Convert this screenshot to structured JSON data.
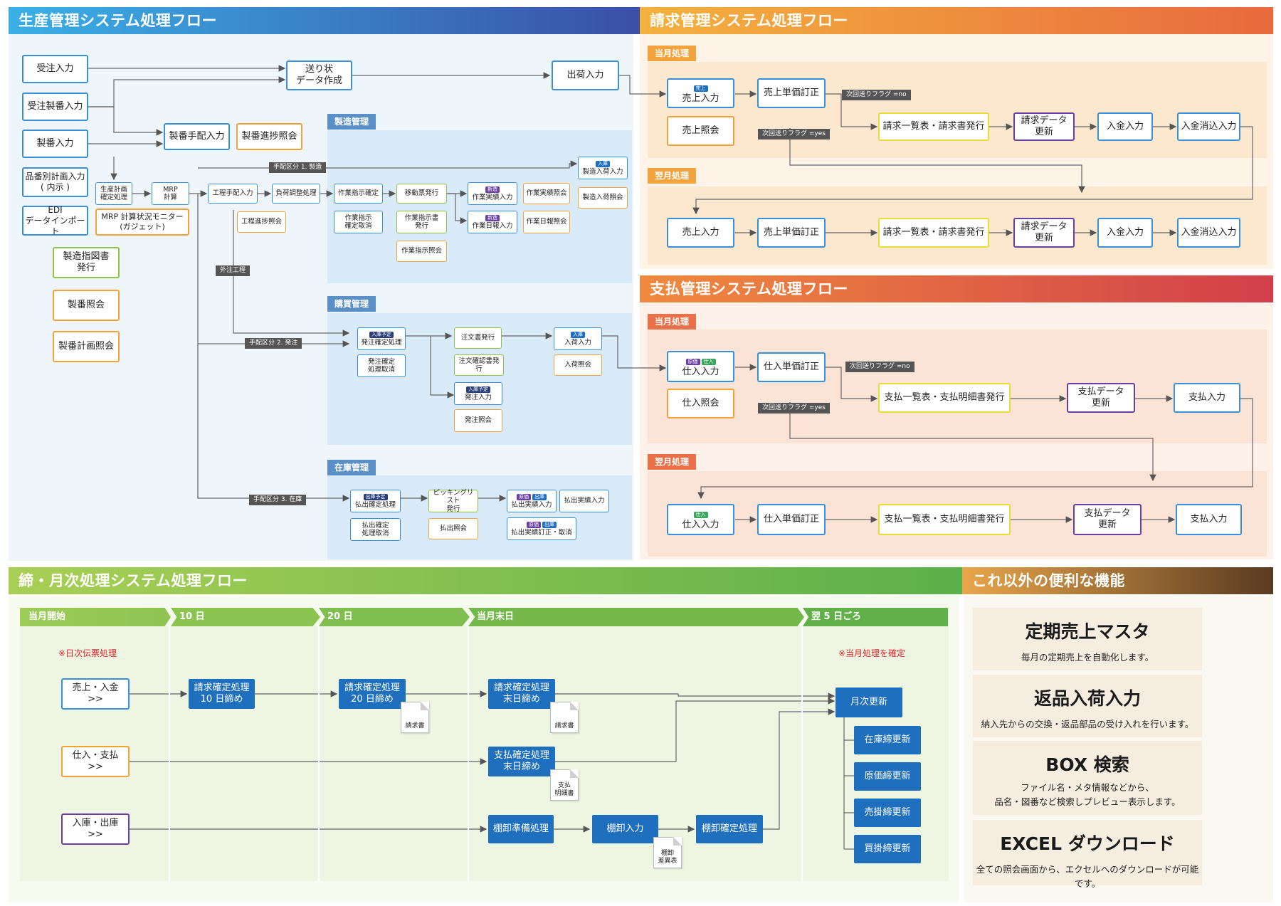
{
  "sections": {
    "production": "生産管理システム処理フロー",
    "billing": "請求管理システム処理フロー",
    "payment": "支払管理システム処理フロー",
    "closing": "締・月次処理システム処理フロー",
    "features": "これ以外の便利な機能"
  },
  "production": {
    "left": {
      "order_input": "受注入力",
      "order_lot_input": "受注製番入力",
      "lot_input": "製番入力",
      "item_plan": "品番別計画入力\n( 内示 )",
      "edi": "EDI\nデータインポート",
      "mfg_drawing": "製造指図書\n発行",
      "lot_inquiry": "製番照会",
      "lot_plan_inquiry": "製番計画照会"
    },
    "invoice_slip": "送り状\nデータ作成",
    "shipment": "出荷入力",
    "lot_arrange": "製番手配入力",
    "lot_progress": "製番進捗照会",
    "prod_plan_confirm": "生産計画\n確定処理",
    "mrp_calc": "MRP\n計算",
    "mrp_monitor": "MRP 計算状況モニター\n(ガジェット)",
    "process_arrange": "工程手配入力",
    "process_progress": "工程進捗照会",
    "load_adjust": "負荷調整処理",
    "route_arrange_mfg": "手配区分 1. 製造",
    "route_arrange_buy": "手配区分 2. 発注",
    "route_arrange_stock": "手配区分 3. 在庫",
    "outsource": "外注工程",
    "mfg": {
      "title": "製造管理",
      "work_instr": "作業指示確定",
      "work_instr_cancel": "作業指示\n確定取消",
      "move_slip": "移動票発行",
      "work_instr_slip": "作業指示書\n発行",
      "work_instr_inquiry": "作業指示照会",
      "work_result": "作業実績入力",
      "work_daily": "作業日報入力",
      "work_result_inquiry": "作業実績照会",
      "work_daily_inquiry": "作業日報照会",
      "mfg_receipt": "製造入荷入力",
      "mfg_receipt_inquiry": "製造入荷照会",
      "badge_new": "新造",
      "badge_stock": "入庫"
    },
    "buy": {
      "title": "購買管理",
      "order_confirm": "発注確定処理",
      "order_confirm_cancel": "発注確定\n処理取消",
      "po_issue": "注文書発行",
      "po_ack_issue": "注文確認書発行",
      "order_input": "発注入力",
      "order_inquiry": "発注照会",
      "receipt_input": "入荷入力",
      "receipt_inquiry": "入荷照会",
      "badge_plan": "入庫予定",
      "badge_stock": "入庫"
    },
    "stock": {
      "title": "在庫管理",
      "issue_confirm": "払出確定処理",
      "issue_confirm_cancel": "払出確定\n処理取消",
      "picking": "ピッキングリスト\n発行",
      "issue_inquiry": "払出照会",
      "issue_result": "払出実績入力",
      "issue_result_2": "払出実績入力",
      "issue_result_fix": "払出実績訂正・取消",
      "badge_plan": "出庫予定",
      "badge_src": "原価",
      "badge_out": "出庫"
    }
  },
  "billing": {
    "this_month": "当月処理",
    "next_month": "翌月処理",
    "sales_input": "売上入力",
    "sales_inquiry": "売上照会",
    "price_fix": "売上単価訂正",
    "flag_no": "次回送りフラグ =no",
    "flag_yes": "次回送りフラグ =yes",
    "bill_list": "請求一覧表・請求書発行",
    "bill_data": "請求データ\n更新",
    "payment_in": "入金入力",
    "payment_clear": "入金消込入力",
    "badge_sales": "売上"
  },
  "payment": {
    "this_month": "当月処理",
    "next_month": "翌月処理",
    "purchase_input": "仕入入力",
    "purchase_inquiry": "仕入照会",
    "price_fix": "仕入単価訂正",
    "flag_no": "次回送りフラグ =no",
    "flag_yes": "次回送りフラグ =yes",
    "pay_list": "支払一覧表・支払明細書発行",
    "pay_data": "支払データ\n更新",
    "pay_input": "支払入力",
    "badge_src": "原価",
    "badge_buy": "仕入"
  },
  "closing": {
    "steps": [
      "当月開始",
      "10 日",
      "20 日",
      "当月末日",
      "翌 5 日ごろ"
    ],
    "note_daily": "※日次伝票処理",
    "note_confirm": "※当月処理を確定",
    "sales_in": "売上・入金 >>",
    "purchase_pay": "仕入・支払 >>",
    "stock_inout": "入庫・出庫 >>",
    "bill_10": "請求確定処理\n10 日締め",
    "bill_20": "請求確定処理\n20 日締め",
    "bill_end": "請求確定処理\n末日締め",
    "pay_end": "支払確定処理\n末日締め",
    "inv_prep": "棚卸準備処理",
    "inv_input": "棚卸入力",
    "inv_confirm": "棚卸確定処理",
    "monthly": "月次更新",
    "stock_close": "在庫締更新",
    "cost_close": "原価締更新",
    "ar_close": "売掛締更新",
    "ap_close": "買掛締更新",
    "doc_bill": "請求書",
    "doc_pay": "支払\n明細書",
    "doc_inv": "棚卸\n差異表"
  },
  "features": [
    {
      "title": "定期売上マスタ",
      "desc": "毎月の定期売上を自動化します。"
    },
    {
      "title": "返品入荷入力",
      "desc": "納入先からの交換・返品部品の受け入れを行います。"
    },
    {
      "title": "BOX 検索",
      "desc": "ファイル名・メタ情報などから、\n品名・図番など検索しプレビュー表示します。"
    },
    {
      "title": "EXCEL ダウンロード",
      "desc": "全ての照会画面から、エクセルへのダウンロードが可能です。"
    }
  ],
  "colors": {
    "production_header_from": "#3ab0e6",
    "production_header_to": "#3a4fa8",
    "billing_header_from": "#f4b23e",
    "billing_header_to": "#e86a3e",
    "payment_header_from": "#f08a3e",
    "payment_header_to": "#d23f4a",
    "closing_header_from": "#a9cf55",
    "closing_header_to": "#5cb04a",
    "features_header_from": "#e8a64a",
    "features_header_to": "#5a3a22",
    "box_blue": "#3a8fd6",
    "box_orange": "#f0a23b",
    "box_green": "#8cc44a",
    "box_purple": "#6b3fa0",
    "box_yellow": "#e8dc3a",
    "fill_blue": "#1f6fbf"
  }
}
